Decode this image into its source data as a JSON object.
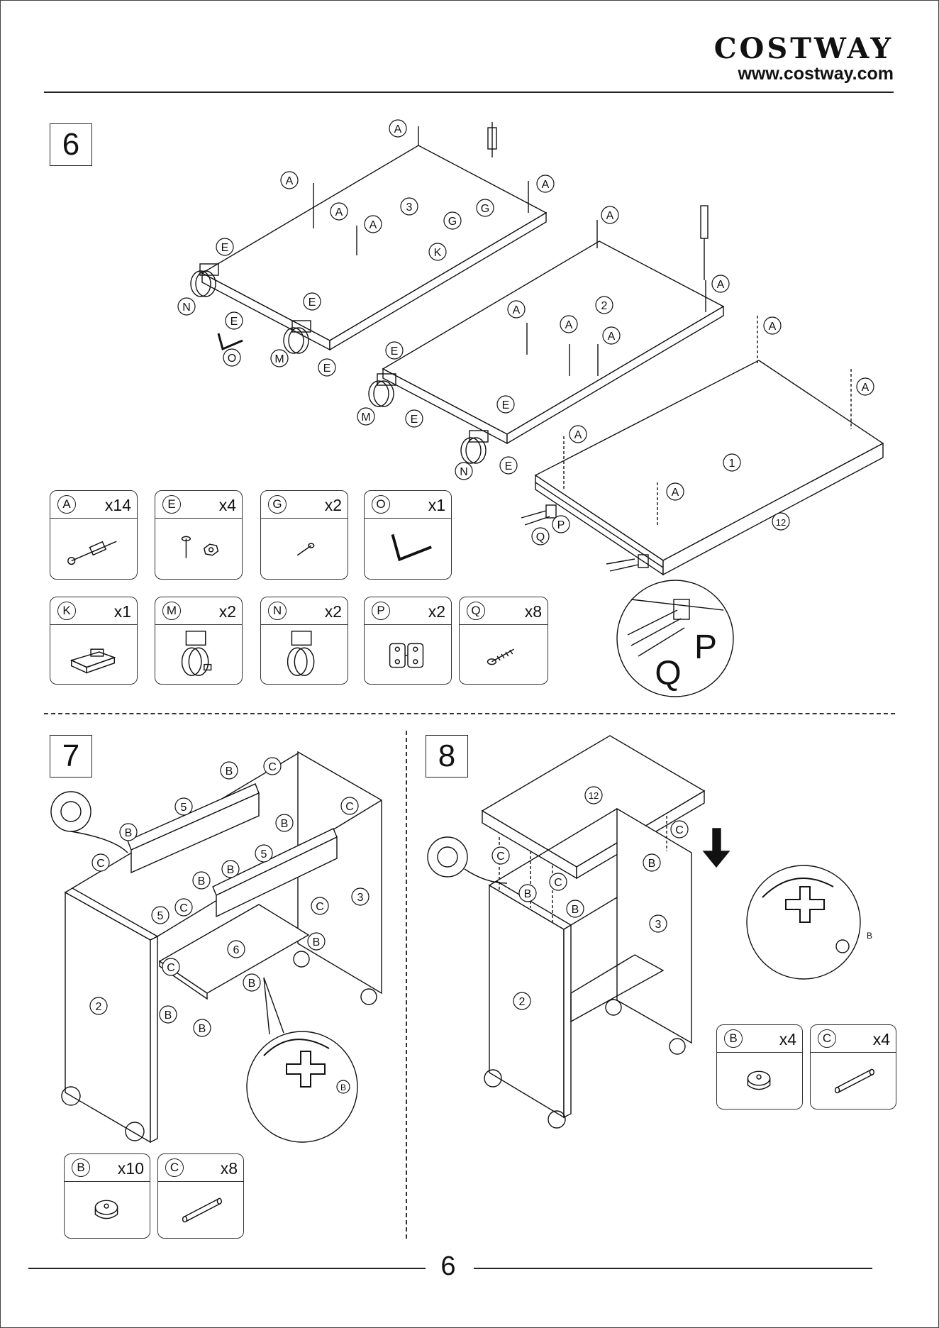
{
  "brand": {
    "name": "COSTWAY",
    "url": "www.costway.com"
  },
  "page_number": "6",
  "steps": [
    {
      "number": "6",
      "part_labels": [
        "A",
        "A",
        "A",
        "A",
        "A",
        "A",
        "A",
        "A",
        "A",
        "A",
        "A",
        "A",
        "A",
        "A",
        "E",
        "E",
        "E",
        "E",
        "E",
        "E",
        "E",
        "E",
        "G",
        "G",
        "K",
        "N",
        "N",
        "M",
        "M",
        "O",
        "P",
        "Q",
        "1",
        "2",
        "3",
        "12"
      ],
      "detail_labels": [
        "P",
        "Q"
      ],
      "parts": [
        {
          "letter": "A",
          "qty": "x14",
          "icon": "cam-bolt-icon"
        },
        {
          "letter": "E",
          "qty": "x4",
          "icon": "screw-nut-icon"
        },
        {
          "letter": "G",
          "qty": "x2",
          "icon": "small-screw-icon"
        },
        {
          "letter": "O",
          "qty": "x1",
          "icon": "allen-key-icon"
        },
        {
          "letter": "K",
          "qty": "x1",
          "icon": "magnetic-catch-icon"
        },
        {
          "letter": "M",
          "qty": "x2",
          "icon": "caster-brake-icon"
        },
        {
          "letter": "N",
          "qty": "x2",
          "icon": "caster-icon"
        },
        {
          "letter": "P",
          "qty": "x2",
          "icon": "hinge-icon"
        },
        {
          "letter": "Q",
          "qty": "x8",
          "icon": "wood-screw-icon"
        }
      ]
    },
    {
      "number": "7",
      "part_labels": [
        "B",
        "C",
        "5",
        "C",
        "B",
        "B",
        "C",
        "5",
        "B",
        "B",
        "5",
        "C",
        "C",
        "3",
        "6",
        "B",
        "C",
        "2",
        "B",
        "B",
        "B"
      ],
      "detail_label": "B",
      "parts": [
        {
          "letter": "B",
          "qty": "x10",
          "icon": "cam-lock-icon"
        },
        {
          "letter": "C",
          "qty": "x8",
          "icon": "wooden-dowel-icon"
        }
      ]
    },
    {
      "number": "8",
      "part_labels": [
        "12",
        "C",
        "C",
        "C",
        "B",
        "B",
        "B",
        "3",
        "2"
      ],
      "detail_label": "B",
      "parts": [
        {
          "letter": "B",
          "qty": "x4",
          "icon": "cam-lock-icon"
        },
        {
          "letter": "C",
          "qty": "x4",
          "icon": "wooden-dowel-icon"
        }
      ]
    }
  ]
}
